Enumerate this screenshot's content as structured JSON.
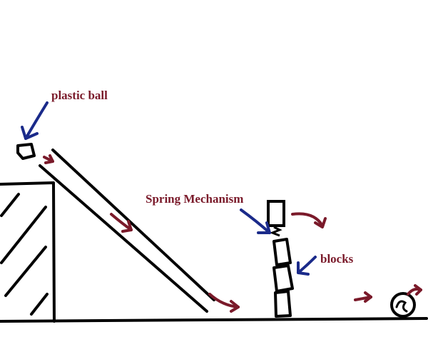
{
  "labels": {
    "ball": "plastic ball",
    "spring": "Spring Mechanism",
    "blocks": "blocks"
  },
  "colors": {
    "ink": "#000000",
    "label": "#7a1a2a",
    "motion_arrow": "#7a1a2a",
    "pointer_arrow": "#1a2a8a",
    "background": "#ffffff"
  },
  "icons": {
    "motion": "curved-arrow-icon",
    "pointer": "pointer-arrow-icon"
  }
}
